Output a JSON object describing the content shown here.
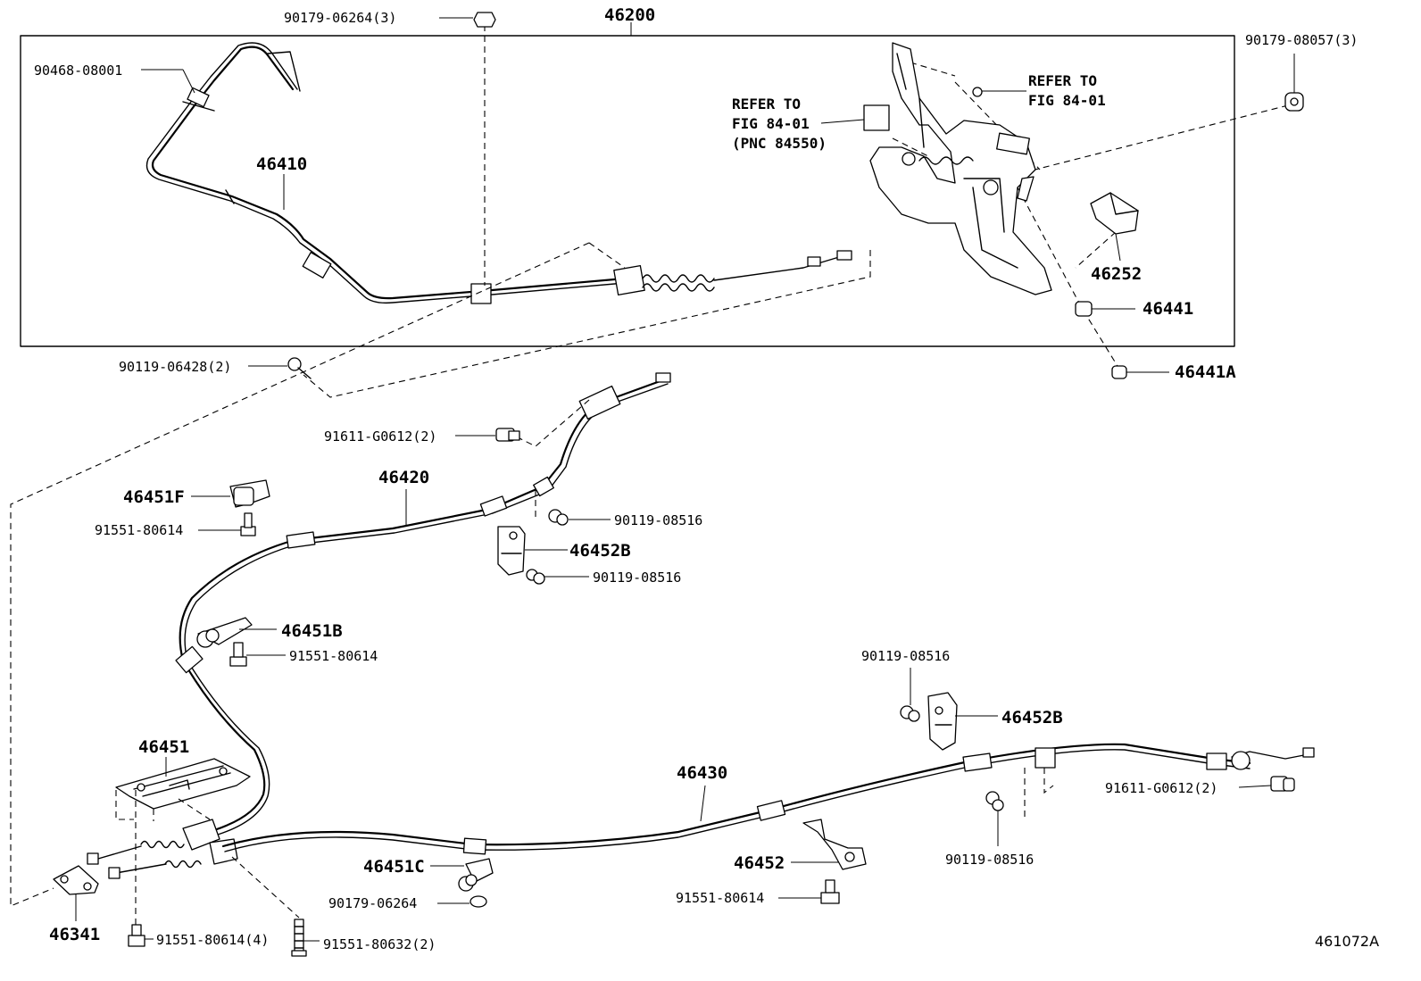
{
  "diagram_code": "461072A",
  "refer_upper": {
    "line1": "REFER TO",
    "line2": "FIG 84-01",
    "line3": "(PNC 84550)"
  },
  "refer_right": {
    "line1": "REFER TO",
    "line2": "FIG 84-01"
  },
  "labels": {
    "p46200": "46200",
    "p90179_06264_3": "90179-06264(3)",
    "p90179_08057_3": "90179-08057(3)",
    "p90468_08001": "90468-08001",
    "p46410": "46410",
    "p46252": "46252",
    "p46441": "46441",
    "p46441A": "46441A",
    "p90119_06428_2": "90119-06428(2)",
    "p91611_G0612_2_top": "91611-G0612(2)",
    "p46420": "46420",
    "p46451F": "46451F",
    "p91551_80614_a": "91551-80614",
    "p90119_08516_a": "90119-08516",
    "p46452B_a": "46452B",
    "p90119_08516_b": "90119-08516",
    "p46451B": "46451B",
    "p91551_80614_b": "91551-80614",
    "p90119_08516_c": "90119-08516",
    "p46452B_b": "46452B",
    "p46451": "46451",
    "p46430": "46430",
    "p91611_G0612_2_bottom": "91611-G0612(2)",
    "p90119_08516_d": "90119-08516",
    "p46451C": "46451C",
    "p46452": "46452",
    "p90179_06264": "90179-06264",
    "p91551_80614_c": "91551-80614",
    "p46341": "46341",
    "p91551_80614_4": "91551-80614(4)",
    "p91551_80632_2": "91551-80632(2)"
  }
}
